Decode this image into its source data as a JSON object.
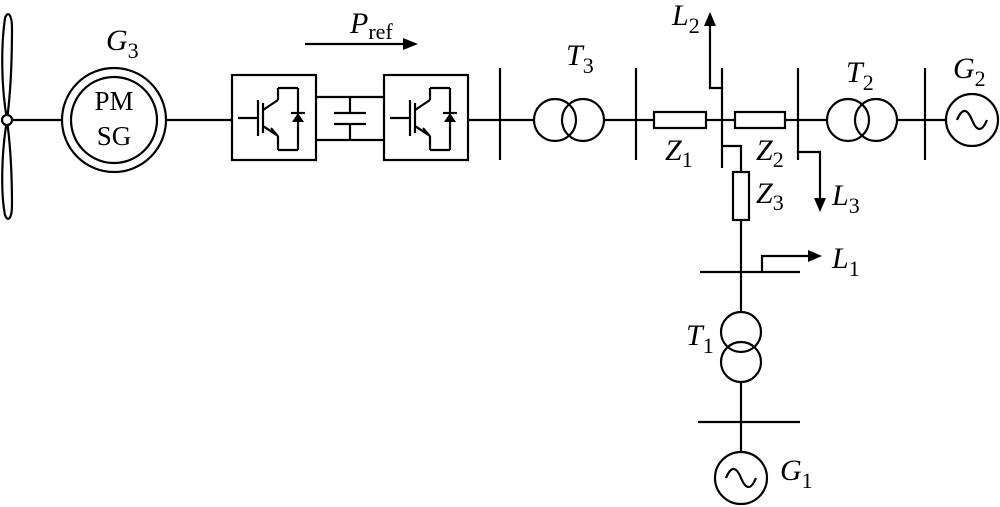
{
  "labels": {
    "g3": {
      "main": "G",
      "sub": "3"
    },
    "pmsg_line1": "PM",
    "pmsg_line2": "SG",
    "pref": {
      "main": "P",
      "sub": "ref"
    },
    "t3": {
      "main": "T",
      "sub": "3"
    },
    "t2": {
      "main": "T",
      "sub": "2"
    },
    "t1": {
      "main": "T",
      "sub": "1"
    },
    "g2": {
      "main": "G",
      "sub": "2"
    },
    "g1": {
      "main": "G",
      "sub": "1"
    },
    "l1": {
      "main": "L",
      "sub": "1"
    },
    "l2": {
      "main": "L",
      "sub": "2"
    },
    "l3": {
      "main": "L",
      "sub": "3"
    },
    "z1": {
      "main": "Z",
      "sub": "1"
    },
    "z2": {
      "main": "Z",
      "sub": "2"
    },
    "z3": {
      "main": "Z",
      "sub": "3"
    }
  }
}
